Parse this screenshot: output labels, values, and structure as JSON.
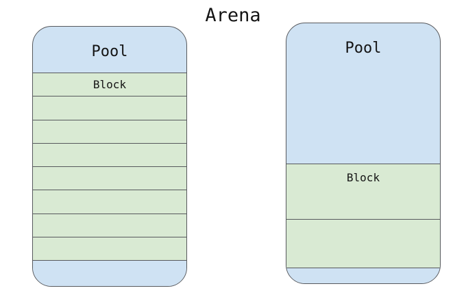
{
  "title": "Arena",
  "colors": {
    "pool_fill": "#cfe2f3",
    "block_fill": "#d9ead3",
    "border": "#56585c",
    "text": "#141414",
    "background": "#ffffff"
  },
  "pools": [
    {
      "label": "Pool",
      "block_label": "Block",
      "block_row_count": 8,
      "labeled_block_index": 0,
      "position": "left"
    },
    {
      "label": "Pool",
      "block_label": "Block",
      "block_row_count": 2,
      "labeled_block_index": 0,
      "position": "right"
    }
  ]
}
